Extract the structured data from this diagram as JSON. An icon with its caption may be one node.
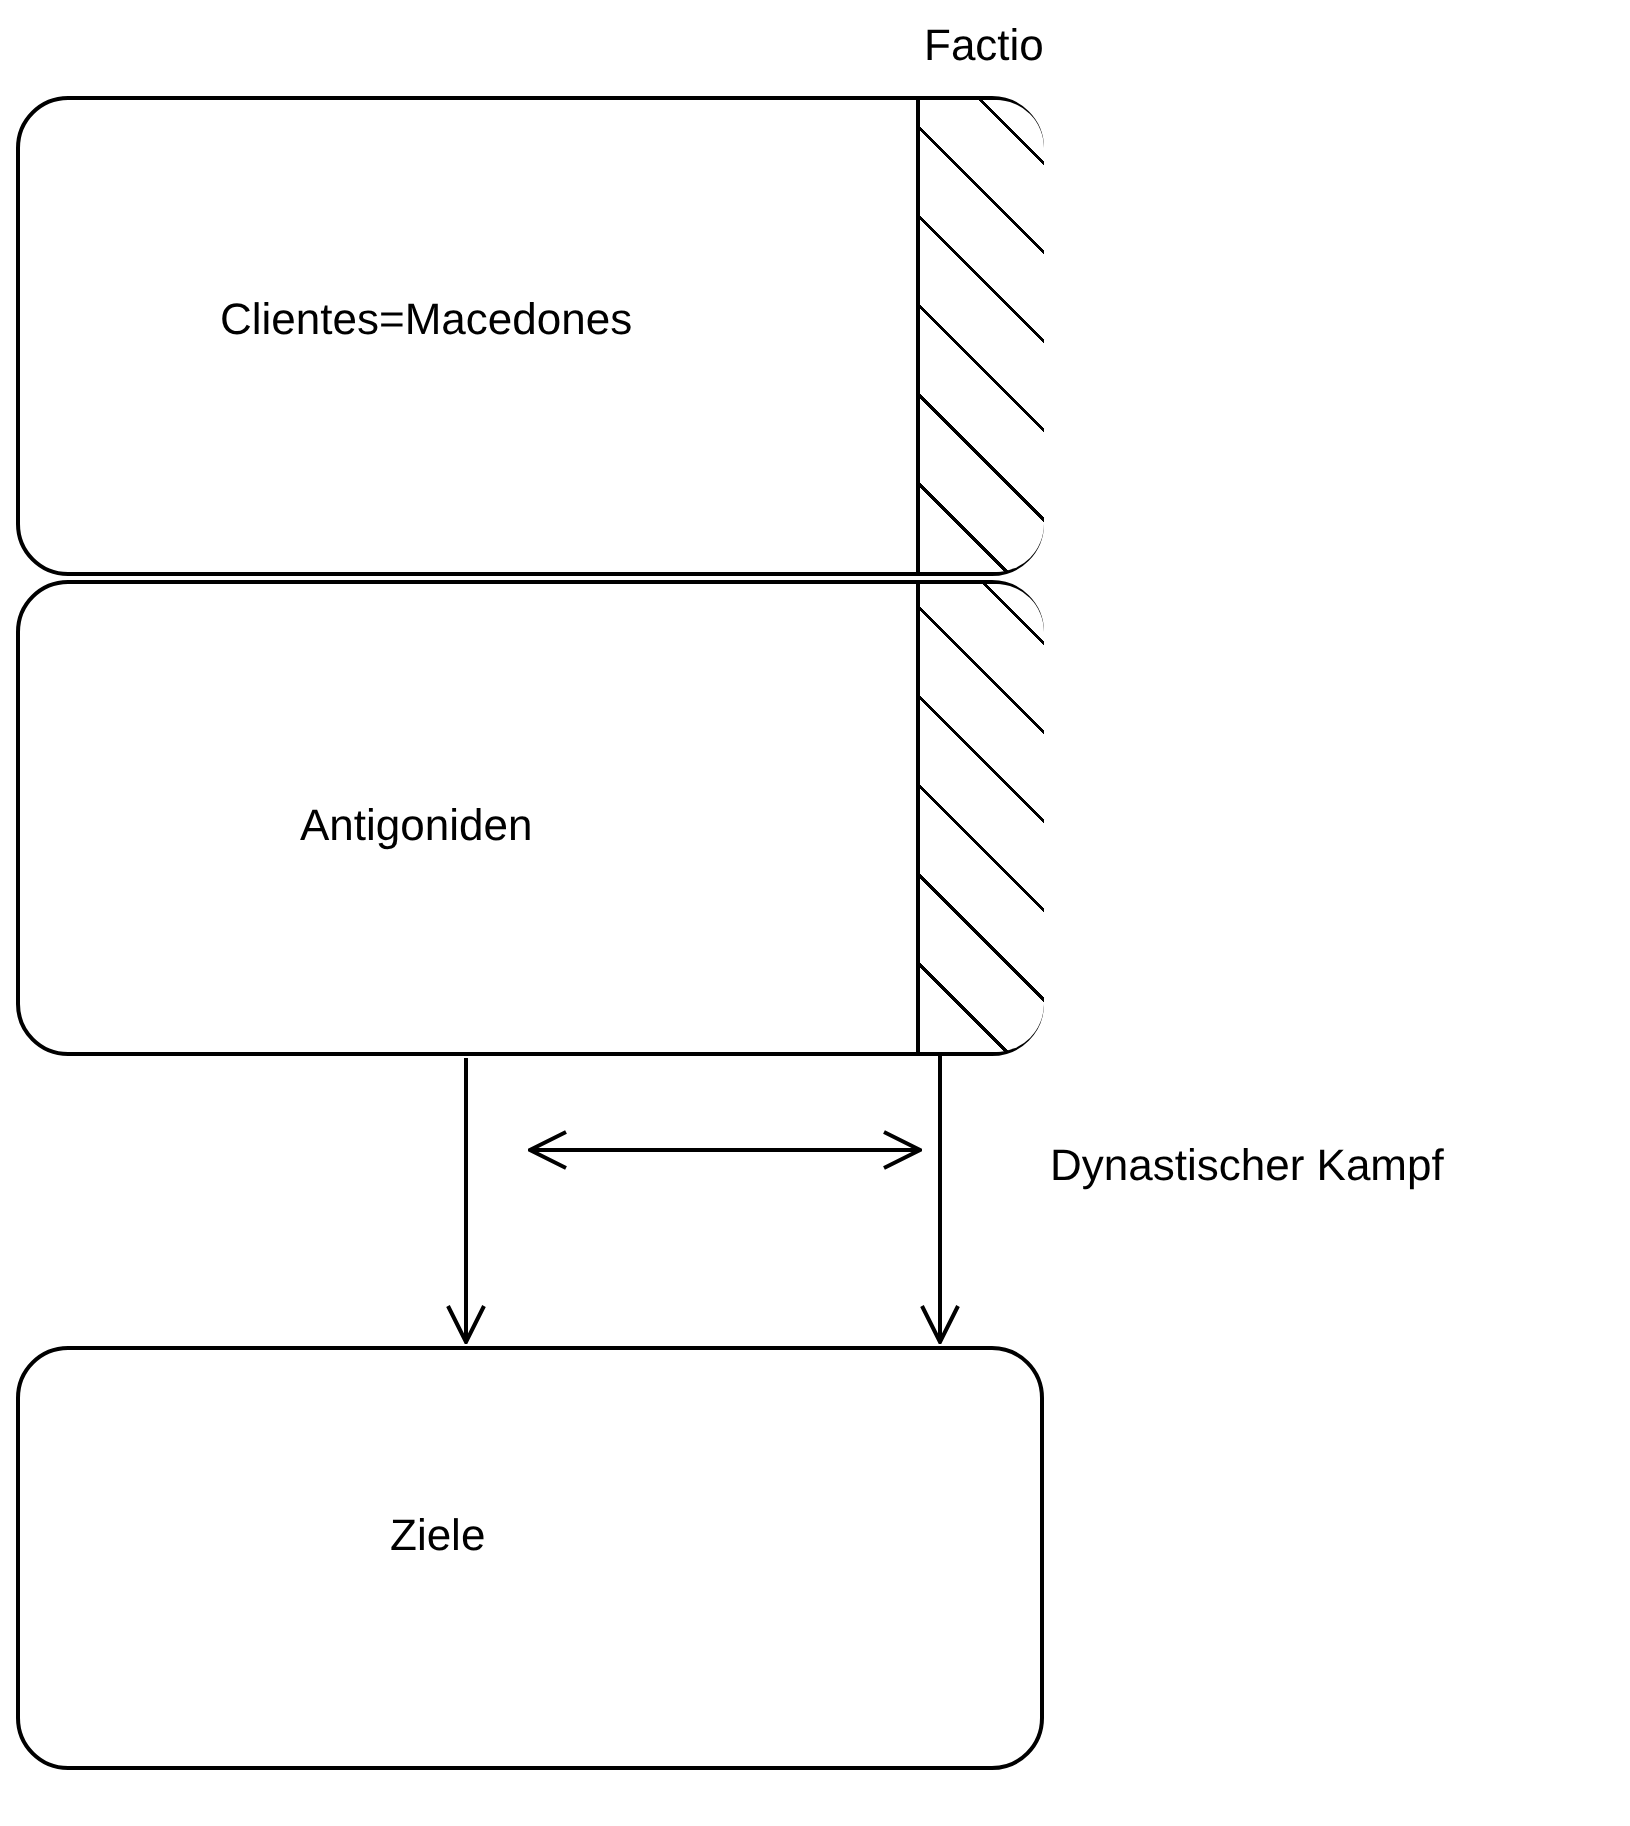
{
  "diagram": {
    "nodes": [
      {
        "text": [
          "Clientes=Macedones"
        ]
      },
      {
        "text": [
          "Factio"
        ],
        "in": 0
      },
      {
        "text": [
          "Antigoniden"
        ]
      },
      {
        "text": [],
        "shape": "bar",
        "in": 2
      },
      {
        "text": [
          "Ziele"
        ]
      }
    ],
    "edges": [
      {
        "from": 2,
        "to": 4,
        "arrow": "to"
      },
      {
        "from": 3,
        "to": 4,
        "arrow": "to"
      },
      {
        "from": 2,
        "to": 3,
        "arrow": "both"
      }
    ],
    "labels": [
      "Dynastischer Kampf"
    ]
  }
}
